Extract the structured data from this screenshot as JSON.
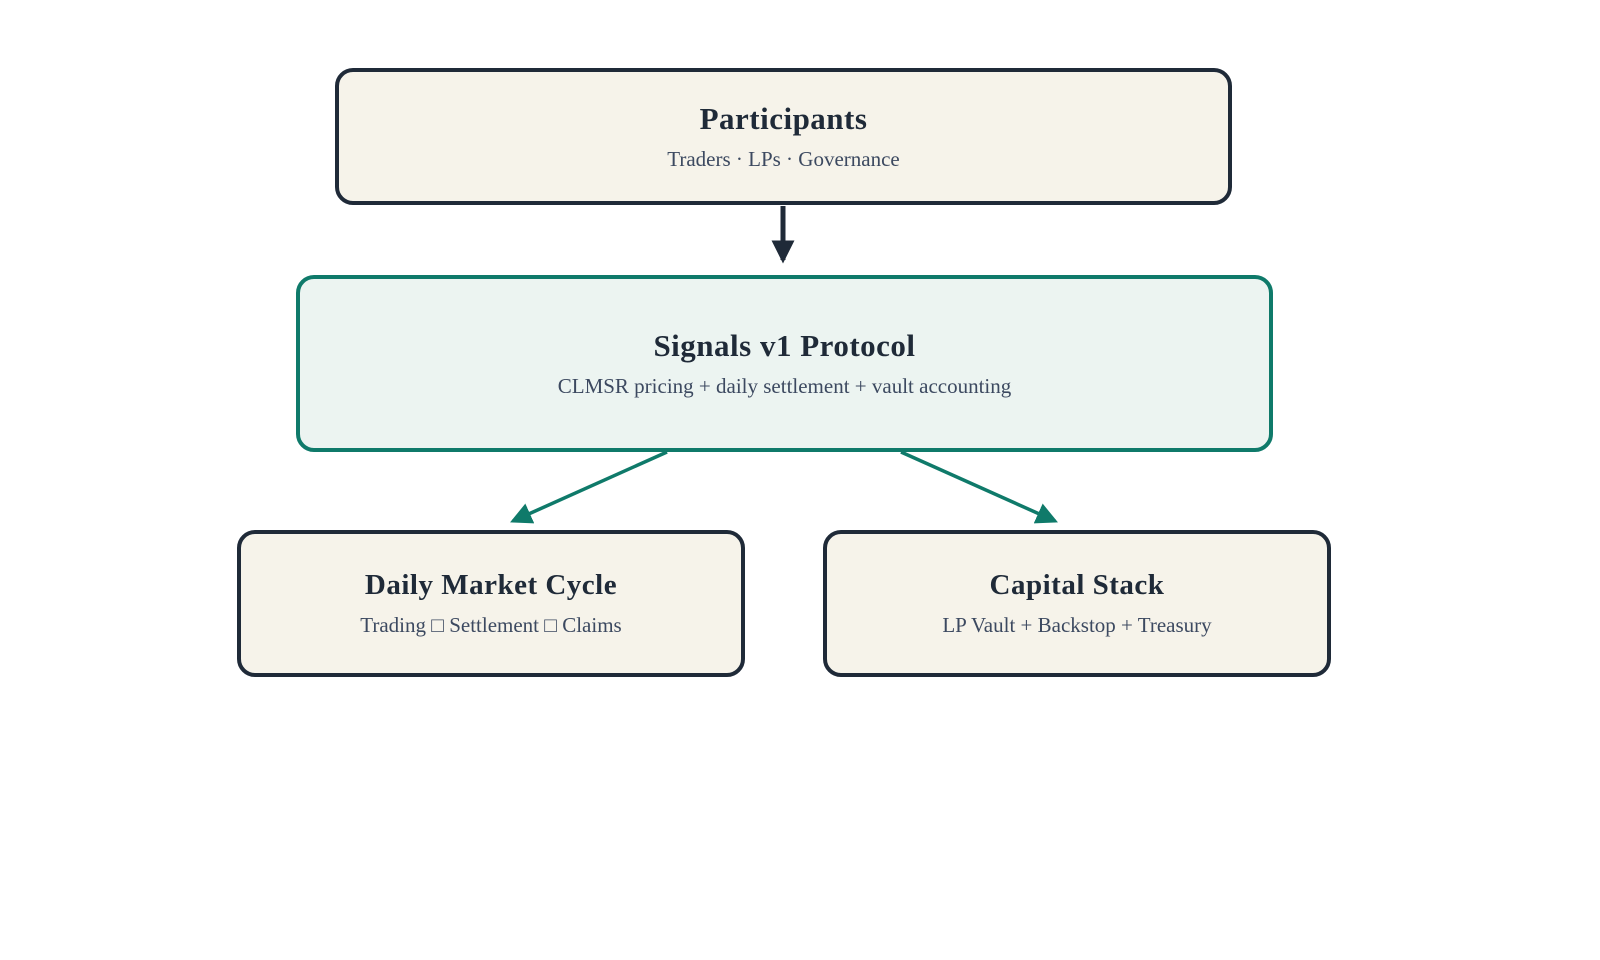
{
  "diagram": {
    "colors": {
      "navy": "#1f2a38",
      "teal": "#0f7a6a",
      "cream": "#f6f3ea",
      "teal_fill": "#ecf4f1",
      "subtitle": "#3c4960",
      "page_bg": "#ffffff"
    },
    "nodes": {
      "participants": {
        "title": "Participants",
        "subtitle": "Traders · LPs · Governance"
      },
      "protocol": {
        "title": "Signals v1 Protocol",
        "subtitle": "CLMSR pricing + daily settlement + vault accounting"
      },
      "market_cycle": {
        "title": "Daily Market Cycle",
        "subtitle": "Trading □ Settlement □ Claims"
      },
      "capital_stack": {
        "title": "Capital Stack",
        "subtitle": "LP Vault + Backstop + Treasury"
      }
    },
    "edges": [
      {
        "from": "participants",
        "to": "protocol",
        "color_role": "navy"
      },
      {
        "from": "protocol",
        "to": "market_cycle",
        "color_role": "teal"
      },
      {
        "from": "protocol",
        "to": "capital_stack",
        "color_role": "teal"
      }
    ]
  }
}
